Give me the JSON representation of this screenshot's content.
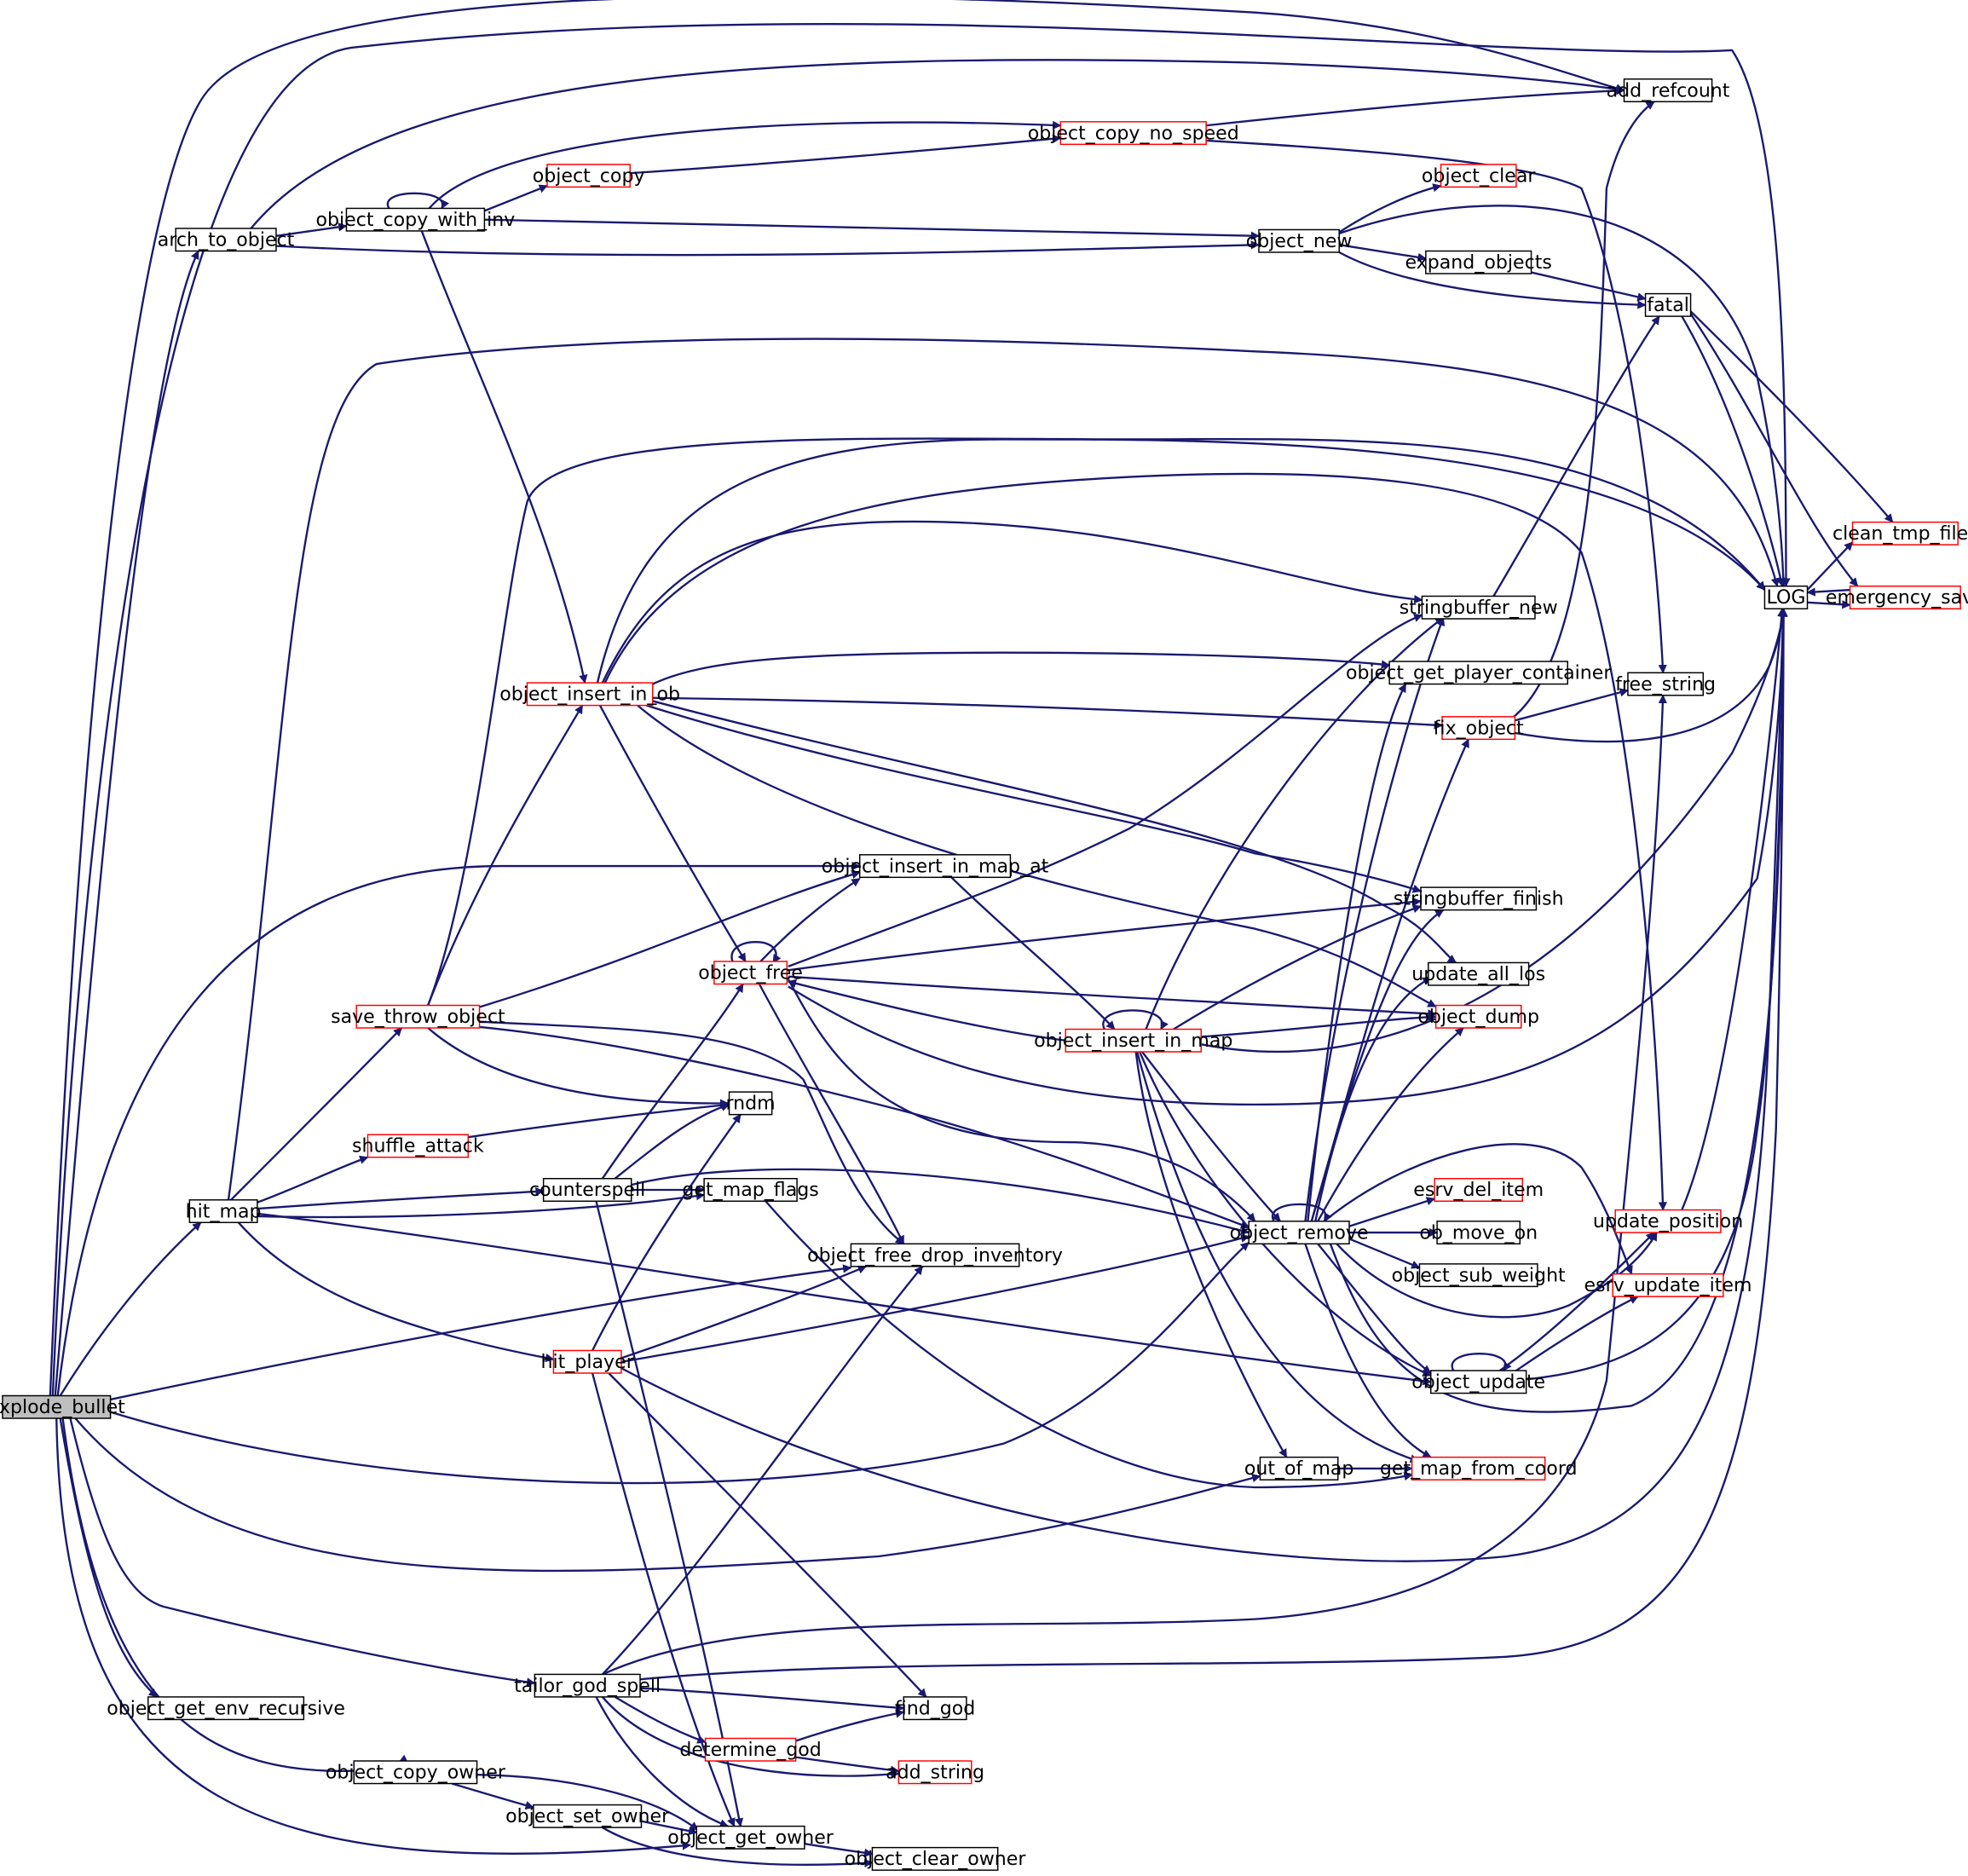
{
  "diagram": {
    "kind": "call graph",
    "colors": {
      "edge": "#191970",
      "node_border_default": "#000000",
      "node_border_truncated": "#ff0000",
      "root_fill": "#bfbfbf",
      "node_fill": "#ffffff"
    },
    "nodes": [
      {
        "id": "explode_bullet",
        "label": "explode_bullet",
        "style": "root"
      },
      {
        "id": "arch_to_object",
        "label": "arch_to_object",
        "style": "black"
      },
      {
        "id": "object_copy_with_inv",
        "label": "object_copy_with_inv",
        "style": "black"
      },
      {
        "id": "object_copy",
        "label": "object_copy",
        "style": "red"
      },
      {
        "id": "object_copy_no_speed",
        "label": "object_copy_no_speed",
        "style": "red"
      },
      {
        "id": "add_refcount",
        "label": "add_refcount",
        "style": "black"
      },
      {
        "id": "object_clear",
        "label": "object_clear",
        "style": "red"
      },
      {
        "id": "object_new",
        "label": "object_new",
        "style": "black"
      },
      {
        "id": "expand_objects",
        "label": "expand_objects",
        "style": "black"
      },
      {
        "id": "fatal",
        "label": "fatal",
        "style": "black"
      },
      {
        "id": "clean_tmp_files",
        "label": "clean_tmp_files",
        "style": "red"
      },
      {
        "id": "LOG",
        "label": "LOG",
        "style": "black"
      },
      {
        "id": "emergency_save",
        "label": "emergency_save",
        "style": "red"
      },
      {
        "id": "stringbuffer_new",
        "label": "stringbuffer_new",
        "style": "black"
      },
      {
        "id": "object_get_player_container",
        "label": "object_get_player_container",
        "style": "black"
      },
      {
        "id": "free_string",
        "label": "free_string",
        "style": "black"
      },
      {
        "id": "object_insert_in_ob",
        "label": "object_insert_in_ob",
        "style": "red"
      },
      {
        "id": "fix_object",
        "label": "fix_object",
        "style": "red"
      },
      {
        "id": "object_insert_in_map_at",
        "label": "object_insert_in_map_at",
        "style": "black"
      },
      {
        "id": "stringbuffer_finish",
        "label": "stringbuffer_finish",
        "style": "black"
      },
      {
        "id": "object_free",
        "label": "object_free",
        "style": "red"
      },
      {
        "id": "update_all_los",
        "label": "update_all_los",
        "style": "black"
      },
      {
        "id": "save_throw_object",
        "label": "save_throw_object",
        "style": "red"
      },
      {
        "id": "object_insert_in_map",
        "label": "object_insert_in_map",
        "style": "red"
      },
      {
        "id": "object_dump",
        "label": "object_dump",
        "style": "red"
      },
      {
        "id": "rndm",
        "label": "rndm",
        "style": "black"
      },
      {
        "id": "shuffle_attack",
        "label": "shuffle_attack",
        "style": "red"
      },
      {
        "id": "esrv_del_item",
        "label": "esrv_del_item",
        "style": "red"
      },
      {
        "id": "counterspell",
        "label": "counterspell",
        "style": "black"
      },
      {
        "id": "get_map_flags",
        "label": "get_map_flags",
        "style": "black"
      },
      {
        "id": "update_position",
        "label": "update_position",
        "style": "red"
      },
      {
        "id": "hit_map",
        "label": "hit_map",
        "style": "black"
      },
      {
        "id": "object_remove",
        "label": "object_remove",
        "style": "black"
      },
      {
        "id": "ob_move_on",
        "label": "ob_move_on",
        "style": "black"
      },
      {
        "id": "object_free_drop_inventory",
        "label": "object_free_drop_inventory",
        "style": "black"
      },
      {
        "id": "object_sub_weight",
        "label": "object_sub_weight",
        "style": "black"
      },
      {
        "id": "esrv_update_item",
        "label": "esrv_update_item",
        "style": "red"
      },
      {
        "id": "hit_player",
        "label": "hit_player",
        "style": "red"
      },
      {
        "id": "object_update",
        "label": "object_update",
        "style": "black"
      },
      {
        "id": "out_of_map",
        "label": "out_of_map",
        "style": "black"
      },
      {
        "id": "get_map_from_coord",
        "label": "get_map_from_coord",
        "style": "red"
      },
      {
        "id": "tailor_god_spell",
        "label": "tailor_god_spell",
        "style": "black"
      },
      {
        "id": "object_get_env_recursive",
        "label": "object_get_env_recursive",
        "style": "black"
      },
      {
        "id": "find_god",
        "label": "find_god",
        "style": "black"
      },
      {
        "id": "determine_god",
        "label": "determine_god",
        "style": "red"
      },
      {
        "id": "object_copy_owner",
        "label": "object_copy_owner",
        "style": "black"
      },
      {
        "id": "add_string",
        "label": "add_string",
        "style": "red"
      },
      {
        "id": "object_set_owner",
        "label": "object_set_owner",
        "style": "black"
      },
      {
        "id": "object_get_owner",
        "label": "object_get_owner",
        "style": "black"
      },
      {
        "id": "object_clear_owner",
        "label": "object_clear_owner",
        "style": "black"
      }
    ],
    "edges": [
      [
        "explode_bullet",
        "arch_to_object"
      ],
      [
        "explode_bullet",
        "add_refcount"
      ],
      [
        "explode_bullet",
        "LOG"
      ],
      [
        "explode_bullet",
        "hit_map"
      ],
      [
        "explode_bullet",
        "object_insert_in_map_at"
      ],
      [
        "explode_bullet",
        "object_free_drop_inventory"
      ],
      [
        "explode_bullet",
        "object_remove"
      ],
      [
        "explode_bullet",
        "out_of_map"
      ],
      [
        "explode_bullet",
        "tailor_god_spell"
      ],
      [
        "explode_bullet",
        "object_get_env_recursive"
      ],
      [
        "explode_bullet",
        "object_copy_owner"
      ],
      [
        "explode_bullet",
        "object_get_owner"
      ],
      [
        "arch_to_object",
        "add_refcount"
      ],
      [
        "arch_to_object",
        "object_copy_with_inv"
      ],
      [
        "arch_to_object",
        "object_new"
      ],
      [
        "object_copy_with_inv",
        "object_copy_with_inv"
      ],
      [
        "object_copy_with_inv",
        "object_copy"
      ],
      [
        "object_copy_with_inv",
        "object_copy_no_speed"
      ],
      [
        "object_copy_with_inv",
        "object_new"
      ],
      [
        "object_copy_with_inv",
        "object_insert_in_ob"
      ],
      [
        "object_copy",
        "object_copy_no_speed"
      ],
      [
        "object_copy_no_speed",
        "add_refcount"
      ],
      [
        "object_copy_no_speed",
        "free_string"
      ],
      [
        "object_new",
        "object_clear"
      ],
      [
        "object_new",
        "expand_objects"
      ],
      [
        "object_new",
        "fatal"
      ],
      [
        "object_new",
        "LOG"
      ],
      [
        "expand_objects",
        "fatal"
      ],
      [
        "fatal",
        "clean_tmp_files"
      ],
      [
        "fatal",
        "emergency_save"
      ],
      [
        "fatal",
        "LOG"
      ],
      [
        "LOG",
        "clean_tmp_files"
      ],
      [
        "LOG",
        "emergency_save"
      ],
      [
        "emergency_save",
        "LOG"
      ],
      [
        "stringbuffer_new",
        "fatal"
      ],
      [
        "object_insert_in_ob",
        "LOG"
      ],
      [
        "object_insert_in_ob",
        "stringbuffer_new"
      ],
      [
        "object_insert_in_ob",
        "object_get_player_container"
      ],
      [
        "object_insert_in_ob",
        "fix_object"
      ],
      [
        "object_insert_in_ob",
        "stringbuffer_finish"
      ],
      [
        "object_insert_in_ob",
        "update_all_los"
      ],
      [
        "object_insert_in_ob",
        "object_dump"
      ],
      [
        "object_insert_in_ob",
        "object_free"
      ],
      [
        "object_insert_in_ob",
        "update_position"
      ],
      [
        "fix_object",
        "add_refcount"
      ],
      [
        "fix_object",
        "free_string"
      ],
      [
        "fix_object",
        "LOG"
      ],
      [
        "object_insert_in_map_at",
        "object_insert_in_map"
      ],
      [
        "object_free",
        "object_free"
      ],
      [
        "object_free",
        "object_insert_in_map_at"
      ],
      [
        "object_free",
        "stringbuffer_new"
      ],
      [
        "object_free",
        "stringbuffer_finish"
      ],
      [
        "object_free",
        "object_dump"
      ],
      [
        "object_free",
        "LOG"
      ],
      [
        "object_free",
        "object_free_drop_inventory"
      ],
      [
        "object_free",
        "object_remove"
      ],
      [
        "save_throw_object",
        "object_insert_in_ob"
      ],
      [
        "save_throw_object",
        "LOG"
      ],
      [
        "save_throw_object",
        "object_insert_in_map_at"
      ],
      [
        "save_throw_object",
        "rndm"
      ],
      [
        "save_throw_object",
        "object_free_drop_inventory"
      ],
      [
        "save_throw_object",
        "object_remove"
      ],
      [
        "object_insert_in_map",
        "object_insert_in_map"
      ],
      [
        "object_insert_in_map",
        "object_free"
      ],
      [
        "object_insert_in_map",
        "stringbuffer_new"
      ],
      [
        "object_insert_in_map",
        "stringbuffer_finish"
      ],
      [
        "object_insert_in_map",
        "object_dump"
      ],
      [
        "object_insert_in_map",
        "LOG"
      ],
      [
        "object_insert_in_map",
        "object_remove"
      ],
      [
        "object_insert_in_map",
        "object_update"
      ],
      [
        "object_insert_in_map",
        "out_of_map"
      ],
      [
        "object_insert_in_map",
        "get_map_from_coord"
      ],
      [
        "shuffle_attack",
        "rndm"
      ],
      [
        "counterspell",
        "object_free"
      ],
      [
        "counterspell",
        "rndm"
      ],
      [
        "counterspell",
        "get_map_flags"
      ],
      [
        "counterspell",
        "object_remove"
      ],
      [
        "counterspell",
        "object_get_owner"
      ],
      [
        "get_map_flags",
        "get_map_from_coord"
      ],
      [
        "update_position",
        "LOG"
      ],
      [
        "hit_map",
        "LOG"
      ],
      [
        "hit_map",
        "save_throw_object"
      ],
      [
        "hit_map",
        "shuffle_attack"
      ],
      [
        "hit_map",
        "counterspell"
      ],
      [
        "hit_map",
        "get_map_flags"
      ],
      [
        "hit_map",
        "hit_player"
      ],
      [
        "hit_map",
        "object_update"
      ],
      [
        "object_remove",
        "object_remove"
      ],
      [
        "object_remove",
        "stringbuffer_new"
      ],
      [
        "object_remove",
        "object_get_player_container"
      ],
      [
        "object_remove",
        "fix_object"
      ],
      [
        "object_remove",
        "stringbuffer_finish"
      ],
      [
        "object_remove",
        "update_all_los"
      ],
      [
        "object_remove",
        "object_dump"
      ],
      [
        "object_remove",
        "esrv_del_item"
      ],
      [
        "object_remove",
        "ob_move_on"
      ],
      [
        "object_remove",
        "object_sub_weight"
      ],
      [
        "object_remove",
        "update_position"
      ],
      [
        "object_remove",
        "esrv_update_item"
      ],
      [
        "object_remove",
        "object_update"
      ],
      [
        "object_remove",
        "get_map_from_coord"
      ],
      [
        "object_remove",
        "LOG"
      ],
      [
        "object_update",
        "object_update"
      ],
      [
        "object_update",
        "update_position"
      ],
      [
        "object_update",
        "esrv_update_item"
      ],
      [
        "object_update",
        "LOG"
      ],
      [
        "hit_player",
        "rndm"
      ],
      [
        "hit_player",
        "object_free_drop_inventory"
      ],
      [
        "hit_player",
        "object_remove"
      ],
      [
        "hit_player",
        "LOG"
      ],
      [
        "hit_player",
        "find_god"
      ],
      [
        "hit_player",
        "object_get_owner"
      ],
      [
        "out_of_map",
        "get_map_from_coord"
      ],
      [
        "tailor_god_spell",
        "free_string"
      ],
      [
        "tailor_god_spell",
        "LOG"
      ],
      [
        "tailor_god_spell",
        "object_free_drop_inventory"
      ],
      [
        "tailor_god_spell",
        "find_god"
      ],
      [
        "tailor_god_spell",
        "determine_god"
      ],
      [
        "tailor_god_spell",
        "add_string"
      ],
      [
        "tailor_god_spell",
        "object_get_owner"
      ],
      [
        "determine_god",
        "find_god"
      ],
      [
        "determine_god",
        "add_string"
      ],
      [
        "object_copy_owner",
        "object_set_owner"
      ],
      [
        "object_copy_owner",
        "object_get_owner"
      ],
      [
        "object_set_owner",
        "object_get_owner"
      ],
      [
        "object_set_owner",
        "object_clear_owner"
      ],
      [
        "object_get_owner",
        "object_clear_owner"
      ]
    ]
  }
}
